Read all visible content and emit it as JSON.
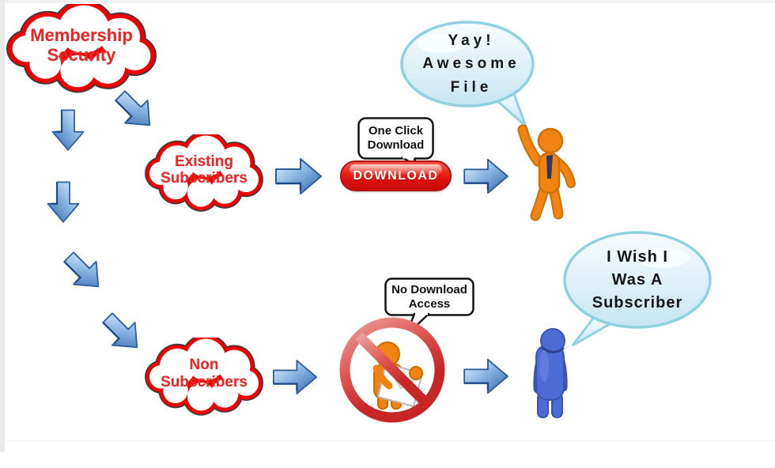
{
  "diagram": {
    "clouds": {
      "membership": {
        "line1": "Membership",
        "line2": "Security"
      },
      "existing": {
        "line1": "Existing",
        "line2": "Subscribers"
      },
      "non": {
        "line1": "Non",
        "line2": "Subscribers"
      }
    },
    "callouts": {
      "one_click": {
        "line1": "One Click",
        "line2": "Download"
      },
      "no_access": {
        "line1": "No Download",
        "line2": "Access"
      }
    },
    "bubbles": {
      "yay": {
        "line1": "Yay!",
        "line2": "Awesome",
        "line3": "File"
      },
      "wish": {
        "line1": "I Wish I",
        "line2": "Was A",
        "line3": "Subscriber"
      }
    },
    "button": {
      "label": "DOWNLOAD"
    },
    "colors": {
      "cloud_border_red": "#ed0000",
      "cloud_text_red": "#e12b2b",
      "arrow_blue": "#3468ae",
      "bubble_cyan_border": "#8ed2e2",
      "button_red": "#d90e0e",
      "prohibition_red": "#c62828",
      "figure_orange": "#f08312",
      "figure_blue": "#4a6cd4"
    }
  }
}
